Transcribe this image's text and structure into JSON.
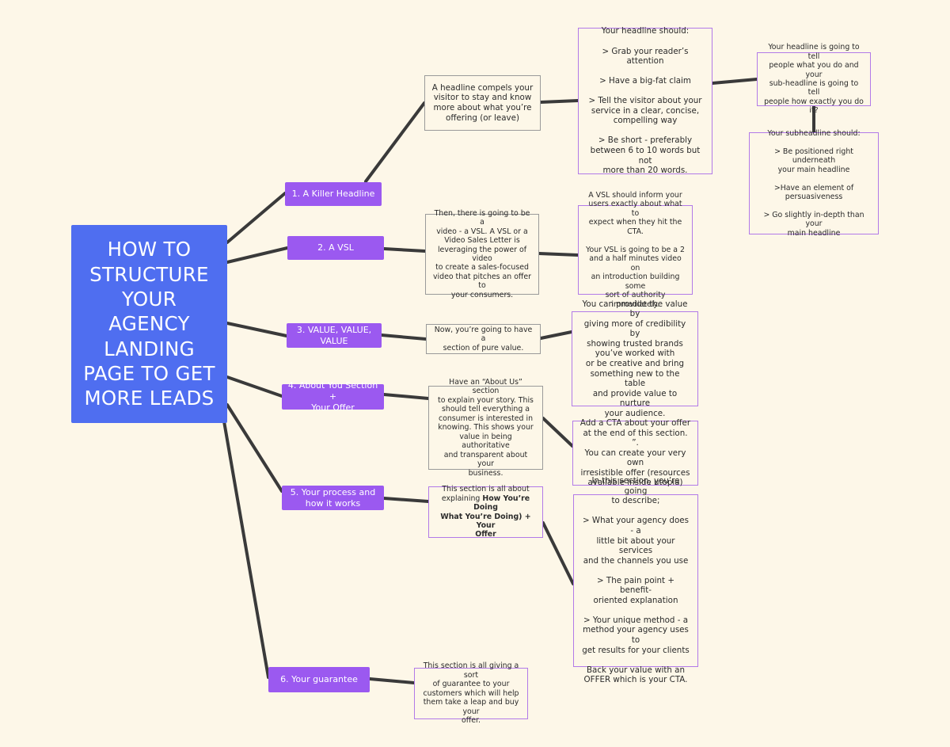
{
  "root": {
    "title": "HOW TO\nSTRUCTURE\nYOUR\nAGENCY\nLANDING\nPAGE TO GET\nMORE LEADS"
  },
  "branches": [
    {
      "label": "1.   A Killer Headline"
    },
    {
      "label": "2. A VSL"
    },
    {
      "label": "3. VALUE, VALUE,\nVALUE"
    },
    {
      "label": "4. About You Section +\nYour Offer"
    },
    {
      "label": "5. Your process and\nhow it works"
    },
    {
      "label": "6. Your guarantee"
    }
  ],
  "notes": {
    "headline_intro": "A headline compels your\nvisitor to stay and know\nmore about what you’re\noffering (or leave)",
    "headline_should": "Your headline should:\n\n> Grab your reader’s attention\n\n> Have a big-fat claim\n\n> Tell the visitor about your\nservice in a clear, concise,\ncompelling way\n\n> Be short - preferably\nbetween 6 to 10 words but not\nmore than 20 words.",
    "headline_tell": "Your headline is going to tell\npeople what you do and your\nsub-headline is going to tell\npeople how exactly you do it?",
    "subheadline_should": "Your subheadline should:\n\n> Be positioned right underneath\nyour main headline\n\n>Have an element of\npersuasiveness\n\n> Go slightly in-depth than your\nmain headline",
    "vsl_intro": "Then, there is going to be a\nvideo - a VSL. A VSL or a\nVideo Sales Letter is\nleveraging the power of video\nto create a sales-focused\nvideo that pitches an offer to\nyour consumers.",
    "vsl_detail": "A VSL should inform your\nusers exactly about what to\nexpect when they hit the CTA.\n\nYour VSL is going to be a 2\nand a half minutes video on\nan introduction building some\nsort of authority immediately.",
    "value_intro": "Now, you’re going to have a\nsection of pure value.",
    "value_detail": "You can provide the value by\ngiving more of credibility by\nshowing trusted brands\nyou’ve worked with\nor be creative and bring\nsomething new to the table\nand provide value to nurture\nyour audience.",
    "about_intro": "Have an “About Us” section\nto explain your story. This\nshould tell everything a\nconsumer is interested in\nknowing. This shows your\nvalue in being authoritative\nand transparent about your\nbusiness.",
    "about_cta": "Add a CTA about your offer\nat the end of this section. ”.\nYou can create your very own\nirresistible offer (resources\navailable inside utopia)",
    "process_intro_prefix": "This section is all about\nexplaining ",
    "process_intro_bold": "How You’re Doing\nWhat You’re Doing) + Your\nOffer",
    "process_detail": "In this section, you’re going\nto describe;\n\n> What your agency does - a\nlittle bit about your services\nand the channels you use\n\n> The pain point + benefit-\noriented explanation\n\n> Your unique method - a\nmethod your agency uses to\nget results for your clients\n\nBack your value with an\nOFFER which is your CTA.",
    "guarantee_intro": "This section is all giving a sort\nof guarantee to your\ncustomers which will help\nthem take a leap and buy your\noffer."
  },
  "colors": {
    "background": "#fdf7e8",
    "root_fill": "#4f6ef0",
    "branch_fill": "#9b59f0",
    "note_gray_border": "#9a9a9a",
    "note_purple_border": "#b27ae8",
    "connector": "#3a3a3a"
  }
}
